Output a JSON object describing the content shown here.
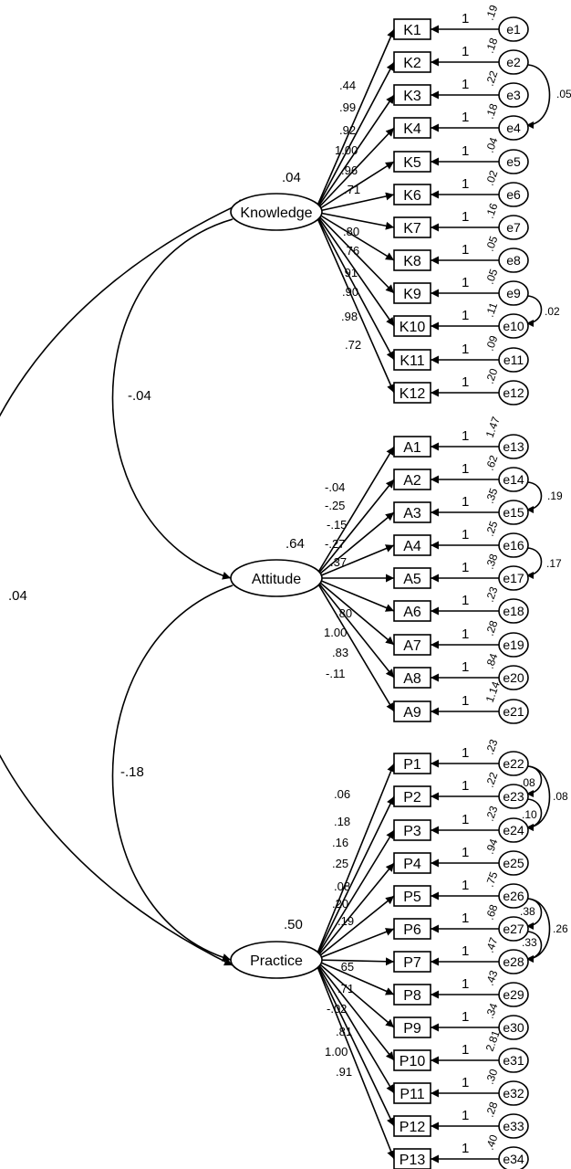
{
  "latents": [
    {
      "name": "Knowledge",
      "variance": ".04"
    },
    {
      "name": "Attitude",
      "variance": ".64"
    },
    {
      "name": "Practice",
      "variance": ".50"
    }
  ],
  "latent_covariances": [
    {
      "between": [
        "Knowledge",
        "Attitude"
      ],
      "value": "-.04"
    },
    {
      "between": [
        "Attitude",
        "Practice"
      ],
      "value": "-.18"
    },
    {
      "between": [
        "Knowledge",
        "Practice"
      ],
      "value": ".04"
    }
  ],
  "indicators": {
    "Knowledge": [
      {
        "name": "K1",
        "loading": "",
        "error": "e1",
        "fixed": "1",
        "err_var": ".19"
      },
      {
        "name": "K2",
        "loading": ".44",
        "error": "e2",
        "fixed": "1",
        "err_var": ".18"
      },
      {
        "name": "K3",
        "loading": ".99",
        "error": "e3",
        "fixed": "1",
        "err_var": ".22"
      },
      {
        "name": "K4",
        "loading": ".92",
        "error": "e4",
        "fixed": "1",
        "err_var": ".18"
      },
      {
        "name": "K5",
        "loading": "1.00",
        "error": "e5",
        "fixed": "1",
        "err_var": ".04"
      },
      {
        "name": "K6",
        "loading": ".96",
        "error": "e6",
        "fixed": "1",
        "err_var": ".02"
      },
      {
        "name": "K7",
        "loading": ".71",
        "error": "e7",
        "fixed": "1",
        "err_var": ".16"
      },
      {
        "name": "K8",
        "loading": ".80",
        "error": "e8",
        "fixed": "1",
        "err_var": ".05"
      },
      {
        "name": "K9",
        "loading": ".76",
        "error": "e9",
        "fixed": "1",
        "err_var": ".05"
      },
      {
        "name": "K10",
        "loading": ".91",
        "error": "e10",
        "fixed": "1",
        "err_var": ".11"
      },
      {
        "name": "K11",
        "loading": ".90",
        "error": "e11",
        "fixed": "1",
        "err_var": ".09"
      },
      {
        "name": "K12",
        "loading": ".98",
        "error": "e12",
        "fixed": "1",
        "err_var": ".20"
      }
    ],
    "Knowledge_extra_loading": ".72",
    "Attitude": [
      {
        "name": "A1",
        "loading": "-.04",
        "error": "e13",
        "fixed": "1",
        "err_var": "1.47"
      },
      {
        "name": "A2",
        "loading": "-.25",
        "error": "e14",
        "fixed": "1",
        "err_var": ".62"
      },
      {
        "name": "A3",
        "loading": "-.15",
        "error": "e15",
        "fixed": "1",
        "err_var": ".35"
      },
      {
        "name": "A4",
        "loading": "-.27",
        "error": "e16",
        "fixed": "1",
        "err_var": ".25"
      },
      {
        "name": "A5",
        "loading": ".37",
        "error": "e17",
        "fixed": "1",
        "err_var": ".38"
      },
      {
        "name": "A6",
        "loading": ".80",
        "error": "e18",
        "fixed": "1",
        "err_var": ".23"
      },
      {
        "name": "A7",
        "loading": "1.00",
        "error": "e19",
        "fixed": "1",
        "err_var": ".28"
      },
      {
        "name": "A8",
        "loading": ".83",
        "error": "e20",
        "fixed": "1",
        "err_var": ".84"
      },
      {
        "name": "A9",
        "loading": "-.11",
        "error": "e21",
        "fixed": "1",
        "err_var": "1.14"
      }
    ],
    "Practice": [
      {
        "name": "P1",
        "loading": ".06",
        "error": "e22",
        "fixed": "1",
        "err_var": ".23"
      },
      {
        "name": "P2",
        "loading": ".18",
        "error": "e23",
        "fixed": "1",
        "err_var": ".22"
      },
      {
        "name": "P3",
        "loading": ".16",
        "error": "e24",
        "fixed": "1",
        "err_var": ".23"
      },
      {
        "name": "P4",
        "loading": ".25",
        "error": "e25",
        "fixed": "1",
        "err_var": ".94"
      },
      {
        "name": "P5",
        "loading": ".08",
        "error": "e26",
        "fixed": "1",
        "err_var": ".75"
      },
      {
        "name": "P6",
        "loading": ".20",
        "error": "e27",
        "fixed": "1",
        "err_var": ".68"
      },
      {
        "name": "P7",
        "loading": ".19",
        "error": "e28",
        "fixed": "1",
        "err_var": ".47"
      },
      {
        "name": "P8",
        "loading": ".65",
        "error": "e29",
        "fixed": "1",
        "err_var": ".43"
      },
      {
        "name": "P9",
        "loading": ".71",
        "error": "e30",
        "fixed": "1",
        "err_var": ".34"
      },
      {
        "name": "P10",
        "loading": "-.02",
        "error": "e31",
        "fixed": "1",
        "err_var": "2.81"
      },
      {
        "name": "P11",
        "loading": ".81",
        "error": "e32",
        "fixed": "1",
        "err_var": ".30"
      },
      {
        "name": "P12",
        "loading": "1.00",
        "error": "e33",
        "fixed": "1",
        "err_var": ".28"
      },
      {
        "name": "P13",
        "loading": ".91",
        "error": "e34",
        "fixed": "1",
        "err_var": ".40"
      }
    ]
  },
  "error_covariances": [
    {
      "between": [
        "e2",
        "e4"
      ],
      "value": ".05"
    },
    {
      "between": [
        "e9",
        "e10"
      ],
      "value": ".02"
    },
    {
      "between": [
        "e14",
        "e15"
      ],
      "value": ".19"
    },
    {
      "between": [
        "e16",
        "e17"
      ],
      "value": ".17"
    },
    {
      "between": [
        "e22",
        "e23"
      ],
      "value": ".08"
    },
    {
      "between": [
        "e23",
        "e24"
      ],
      "value": ".10"
    },
    {
      "between": [
        "e22",
        "e24"
      ],
      "value": ".08"
    },
    {
      "between": [
        "e26",
        "e27"
      ],
      "value": ".38"
    },
    {
      "between": [
        "e27",
        "e28"
      ],
      "value": ".33"
    },
    {
      "between": [
        "e26",
        "e28"
      ],
      "value": ".26"
    }
  ]
}
